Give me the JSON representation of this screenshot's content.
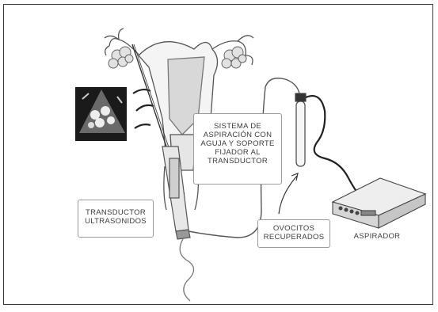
{
  "labels": {
    "sistema": [
      "SISTEMA DE",
      "ASPIRACIÓN CON",
      "AGUJA Y SOPORTE",
      "FIJADOR AL",
      "TRANSDUCTOR"
    ],
    "transductor": [
      "TRANSDUCTOR",
      "ULTRASONIDOS"
    ],
    "ovocitos": [
      "OVOCITOS",
      "RECUPERADOS"
    ],
    "aspirador": "ASPIRADOR"
  }
}
